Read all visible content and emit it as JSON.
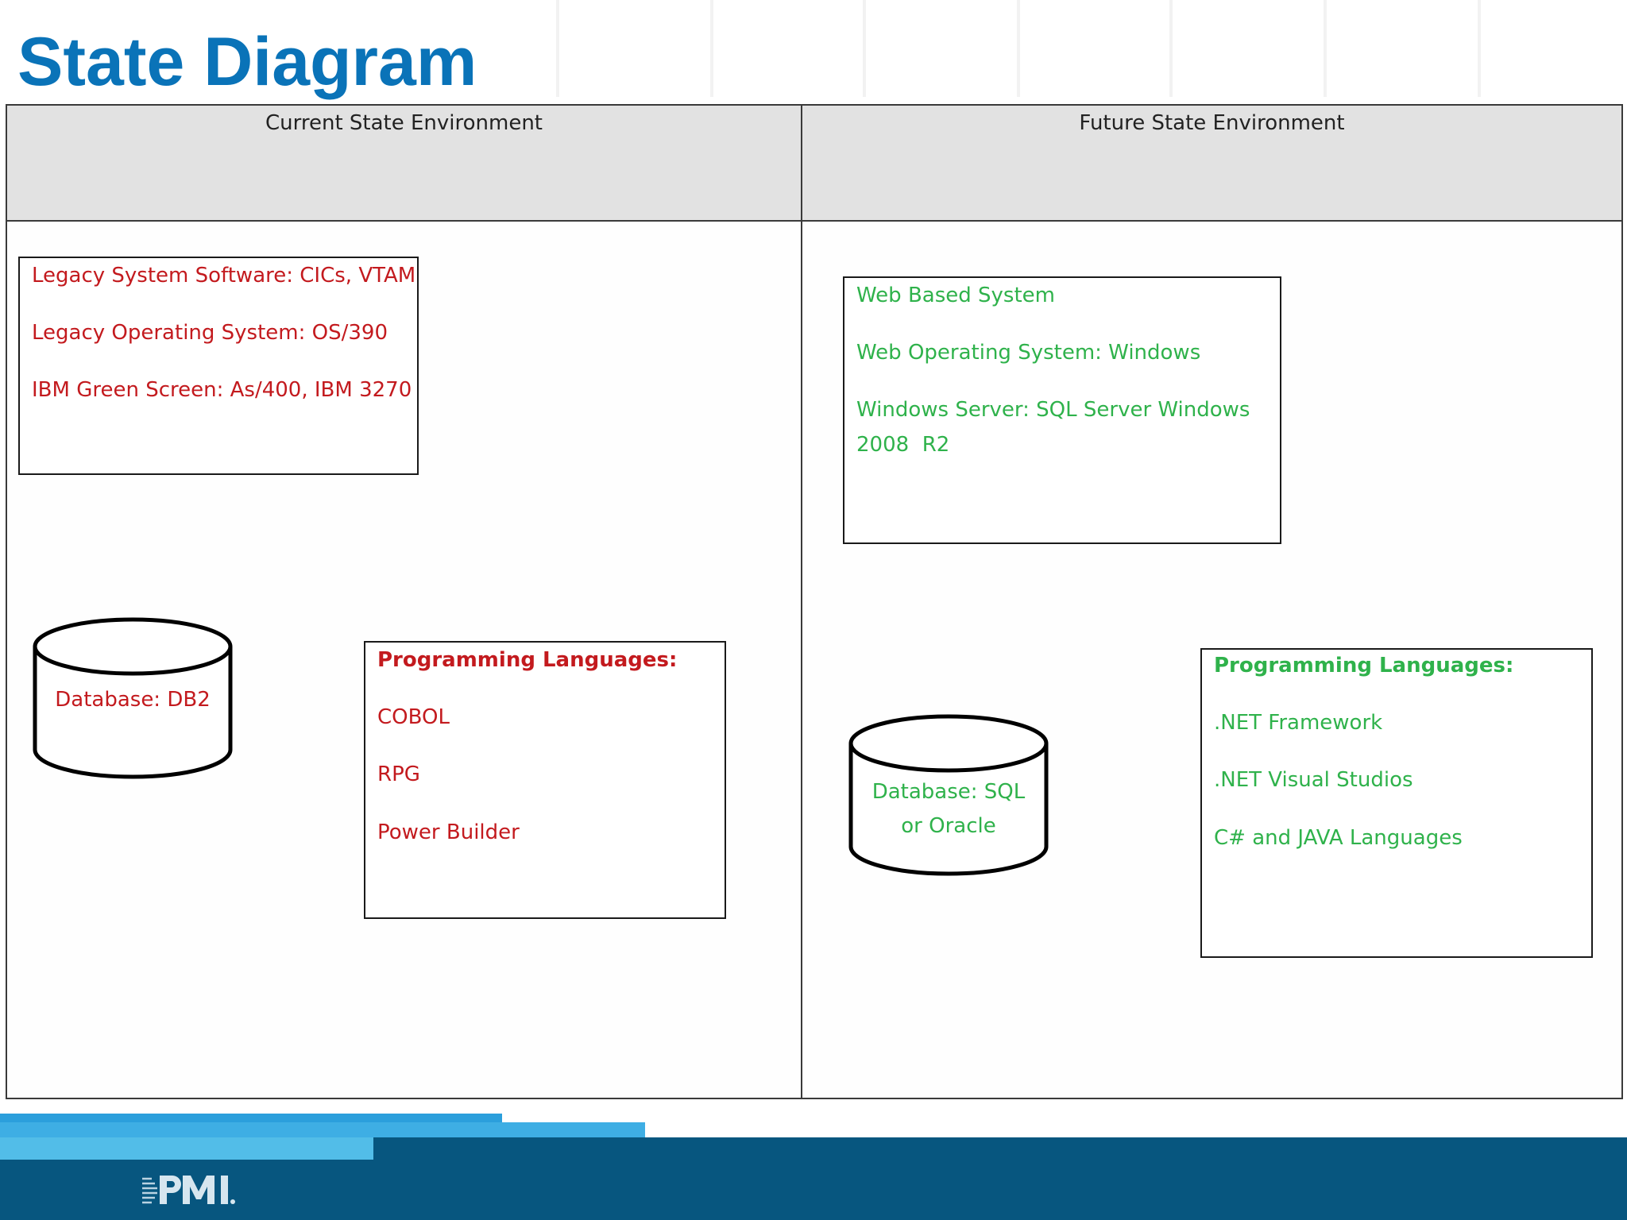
{
  "title": "State Diagram",
  "columns": [
    {
      "header": "Current State Environment",
      "software_box": {
        "lines": [
          "Legacy System Software: CICs, VTAM",
          "Legacy Operating System: OS/390",
          "IBM Green Screen: As/400, IBM 3270"
        ]
      },
      "database": {
        "lines": [
          "Database: DB2"
        ]
      },
      "languages_box": {
        "heading": "Programming Languages:",
        "items": [
          "COBOL",
          "RPG",
          "Power Builder"
        ]
      }
    },
    {
      "header": "Future State Environment",
      "software_box": {
        "lines": [
          "Web Based System",
          "Web Operating System: Windows",
          "Windows Server: SQL Server Windows",
          "2008  R2"
        ]
      },
      "database": {
        "lines": [
          "Database: SQL",
          "or Oracle"
        ]
      },
      "languages_box": {
        "heading": "Programming Languages:",
        "items": [
          ".NET Framework",
          ".NET Visual Studios",
          "C# and JAVA Languages"
        ]
      }
    }
  ],
  "colors": {
    "title": "#0a73b8",
    "current_state_text": "#c31a1e",
    "future_state_text": "#2fb24b",
    "header_fill": "#e2e2e2",
    "footer": "#07567f"
  },
  "footer": {
    "logo_text": "PMI"
  }
}
